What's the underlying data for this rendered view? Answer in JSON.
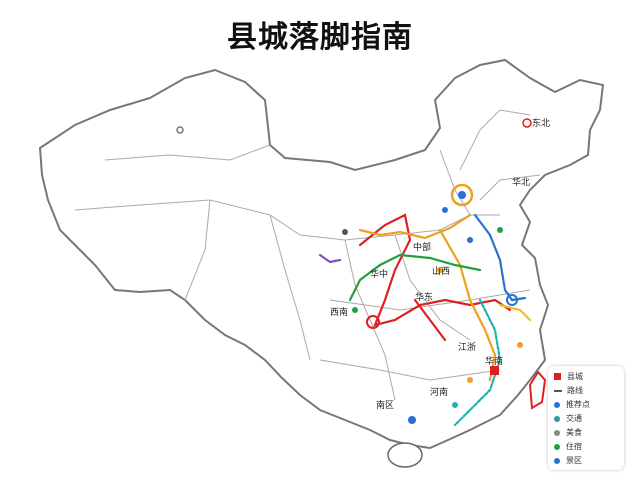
{
  "title": "县城落脚指南",
  "colors": {
    "route_red": "#e02020",
    "route_orange": "#f0a020",
    "route_green": "#20a040",
    "route_blue": "#2a70d0",
    "route_teal": "#20b0b0",
    "route_purple": "#8050c0",
    "border": "#777777"
  },
  "labels": {
    "l1": "东北",
    "l2": "华北",
    "l3": "中部",
    "l4": "华中",
    "l5": "西南",
    "l6": "华东",
    "l7": "华南",
    "l8": "南区",
    "l9": "山西",
    "l10": "河南",
    "l11": "江浙"
  },
  "legend": {
    "items": [
      {
        "label": "县城"
      },
      {
        "label": "路线"
      },
      {
        "label": "推荐点"
      },
      {
        "label": "交通"
      },
      {
        "label": "美食"
      },
      {
        "label": "住宿"
      },
      {
        "label": "景区"
      }
    ]
  }
}
